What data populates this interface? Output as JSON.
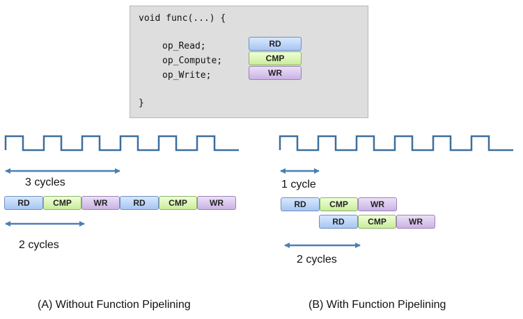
{
  "code": {
    "lines": [
      "void func(...) {",
      "op_Read;",
      "op_Compute;",
      "op_Write;",
      "}"
    ]
  },
  "ops": {
    "rd": "RD",
    "cmp": "CMP",
    "wr": "WR"
  },
  "left": {
    "span_top": "3 cycles",
    "span_bottom": "2 cycles",
    "caption": "(A) Without Function Pipelining"
  },
  "right": {
    "span_top": "1 cycle",
    "span_bottom": "2 cycles",
    "caption": "(B) With Function Pipelining"
  },
  "colors": {
    "clock": "#3c6e9f",
    "arrow": "#4a7fb5",
    "rd": "#a7c6f2",
    "cmp": "#c9ec9a",
    "wr": "#c9b2e4"
  }
}
